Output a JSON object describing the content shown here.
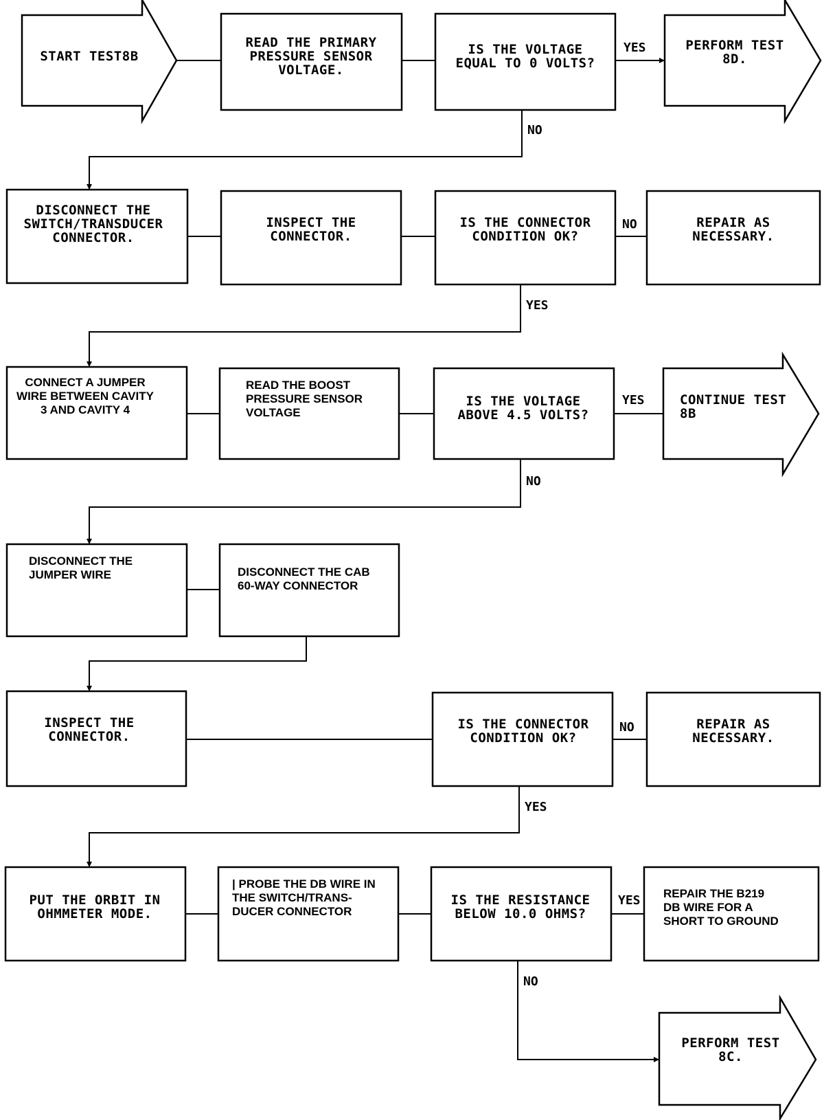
{
  "nodes": {
    "start": [
      "START TEST8B"
    ],
    "n1": [
      "READ THE PRIMARY",
      "PRESSURE SENSOR",
      "VOLTAGE."
    ],
    "d1": [
      "IS THE VOLTAGE",
      "EQUAL TO 0 VOLTS?"
    ],
    "t8d": [
      "PERFORM TEST",
      "8D."
    ],
    "n2": [
      "DISCONNECT THE",
      "SWITCH/TRANSDUCER",
      "CONNECTOR."
    ],
    "n3": [
      "INSPECT THE",
      "CONNECTOR."
    ],
    "d2": [
      "IS THE CONNECTOR",
      "CONDITION OK?"
    ],
    "r1": [
      "REPAIR AS",
      "NECESSARY."
    ],
    "n4": [
      "CONNECT A JUMPER",
      "WIRE BETWEEN CAVITY",
      "3 AND CAVITY 4"
    ],
    "n5": [
      "READ THE BOOST",
      "PRESSURE SENSOR",
      "VOLTAGE"
    ],
    "d3": [
      "IS THE VOLTAGE",
      "ABOVE 4.5 VOLTS?"
    ],
    "cont": [
      "CONTINUE TEST",
      "8B"
    ],
    "n6": [
      "DISCONNECT THE",
      "JUMPER WIRE"
    ],
    "n7": [
      "DISCONNECT THE CAB",
      "60-WAY CONNECTOR"
    ],
    "n8": [
      "INSPECT THE",
      "CONNECTOR."
    ],
    "d4": [
      "IS THE CONNECTOR",
      "CONDITION OK?"
    ],
    "r2": [
      "REPAIR AS",
      "NECESSARY."
    ],
    "n9": [
      "PUT THE ORBIT IN",
      "OHMMETER MODE."
    ],
    "n10": [
      "| PROBE THE DB WIRE IN",
      "THE SWITCH/TRANS-",
      "DUCER CONNECTOR"
    ],
    "d5": [
      "IS THE RESISTANCE",
      "BELOW 10.0 OHMS?"
    ],
    "r3": [
      "REPAIR THE B219",
      "DB WIRE FOR A",
      "SHORT TO GROUND"
    ],
    "t8c": [
      "PERFORM TEST",
      "8C."
    ]
  },
  "edge_labels": {
    "d1_yes": "YES",
    "d1_no": "NO",
    "d2_no": "NO",
    "d2_yes": "YES",
    "d3_yes": "YES",
    "d3_no": "NO",
    "d4_no": "NO",
    "d4_yes": "YES",
    "d5_yes": "YES",
    "d5_no": "NO"
  }
}
